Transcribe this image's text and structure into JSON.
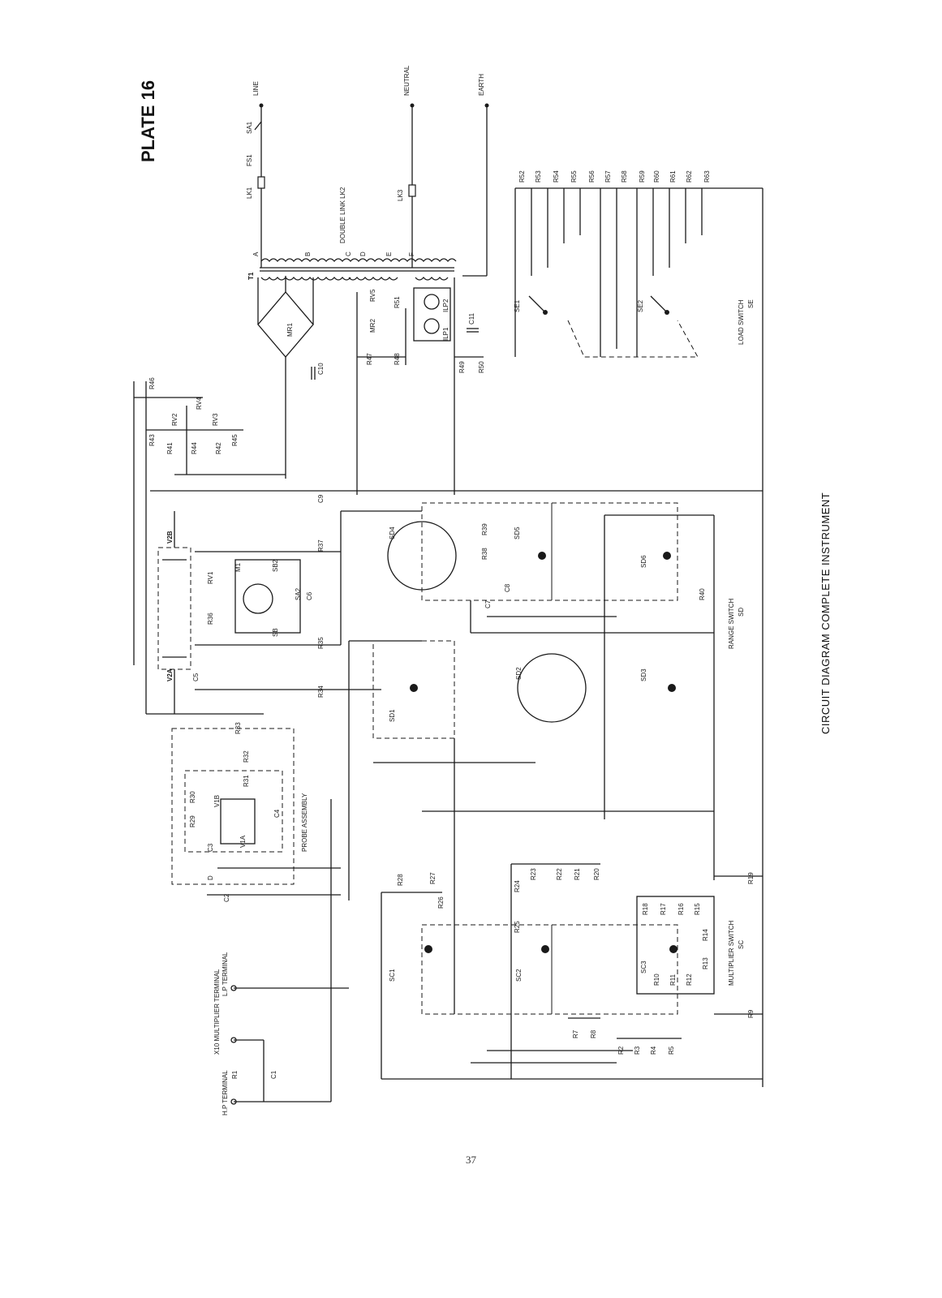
{
  "plate_title": "PLATE 16",
  "caption": "CIRCUIT DIAGRAM COMPLETE INSTRUMENT",
  "page_number": "37",
  "terminals": {
    "line": "LINE",
    "neutral": "NEUTRAL",
    "earth": "EARTH",
    "hp": "H.P TERMINAL",
    "lp": "L.P TERMINAL",
    "x10": "X10 MULTIPLIER TERMINAL"
  },
  "power": {
    "sa1": "SA1",
    "fs1": "FS1",
    "lk1": "LK1",
    "lk3": "LK3",
    "lk2": "DOUBLE LINK LK2",
    "t1": "T1",
    "taps": [
      "A",
      "B",
      "C",
      "D",
      "E",
      "F"
    ],
    "mr1": "MR1",
    "mr2": "MR2",
    "c10": "C10",
    "c11": "C11",
    "rv5": "RV5",
    "ilp1": "ILP1",
    "ilp2": "ILP2"
  },
  "resistors_power": [
    "R46",
    "R43",
    "R41",
    "R44",
    "R42",
    "R45",
    "R47",
    "R48",
    "R49",
    "R50",
    "R51"
  ],
  "pots": [
    "RV1",
    "RV2",
    "RV3",
    "RV4"
  ],
  "load_switch": {
    "label": "LOAD SWITCH",
    "code": "SE",
    "decks": [
      "SE1",
      "SE2"
    ],
    "resistors": [
      "R52",
      "R53",
      "R54",
      "R55",
      "R56",
      "R57",
      "R58",
      "R59",
      "R60",
      "R61",
      "R62",
      "R63"
    ]
  },
  "meter_section": {
    "valves": [
      "V2A",
      "V2B"
    ],
    "meter": "M1",
    "switches": [
      "SA2",
      "SB",
      "SB2"
    ],
    "caps": [
      "C5",
      "C6",
      "C9"
    ],
    "resistors": [
      "R34",
      "R35",
      "R36",
      "R37",
      "R38",
      "R39",
      "R40"
    ]
  },
  "range_switch": {
    "label": "RANGE SWITCH",
    "code": "SD",
    "decks": [
      "SD1",
      "SD2",
      "SD3",
      "SD4",
      "SD5",
      "SD6"
    ],
    "caps": [
      "C7",
      "C8"
    ]
  },
  "probe": {
    "label": "PROBE ASSEMBLY",
    "valves": [
      "V1A",
      "V1B"
    ],
    "caps": [
      "C2",
      "C3",
      "C4"
    ],
    "resistors": [
      "R29",
      "R30",
      "R31",
      "R32",
      "R33"
    ],
    "node": "D"
  },
  "multiplier_switch": {
    "label": "MULTIPLIER SWITCH",
    "code": "SC",
    "decks": [
      "SC1",
      "SC2",
      "SC3"
    ],
    "resistors": [
      "R1",
      "R2",
      "R3",
      "R4",
      "R5",
      "R7",
      "R8",
      "R9",
      "R10",
      "R11",
      "R12",
      "R13",
      "R14",
      "R15",
      "R16",
      "R17",
      "R18",
      "R19",
      "R20",
      "R21",
      "R22",
      "R23",
      "R24",
      "R25",
      "R26",
      "R27",
      "R28"
    ],
    "caps": [
      "C1"
    ]
  }
}
